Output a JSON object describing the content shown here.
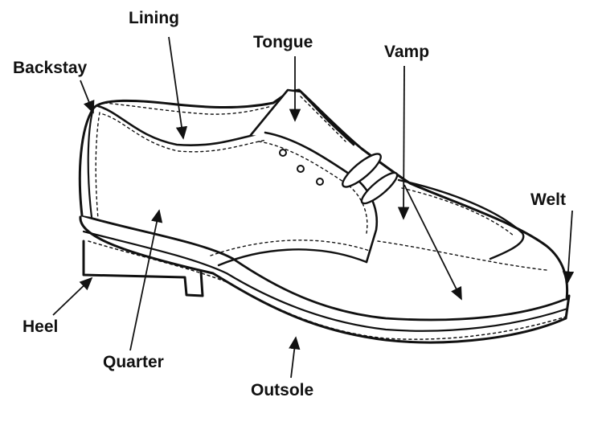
{
  "diagram": {
    "labels": {
      "lining": "Lining",
      "tongue": "Tongue",
      "vamp": "Vamp",
      "backstay": "Backstay",
      "welt": "Welt",
      "heel": "Heel",
      "quarter": "Quarter",
      "outsole": "Outsole"
    },
    "colors": {
      "ink": "#111111",
      "background": "#ffffff"
    }
  }
}
